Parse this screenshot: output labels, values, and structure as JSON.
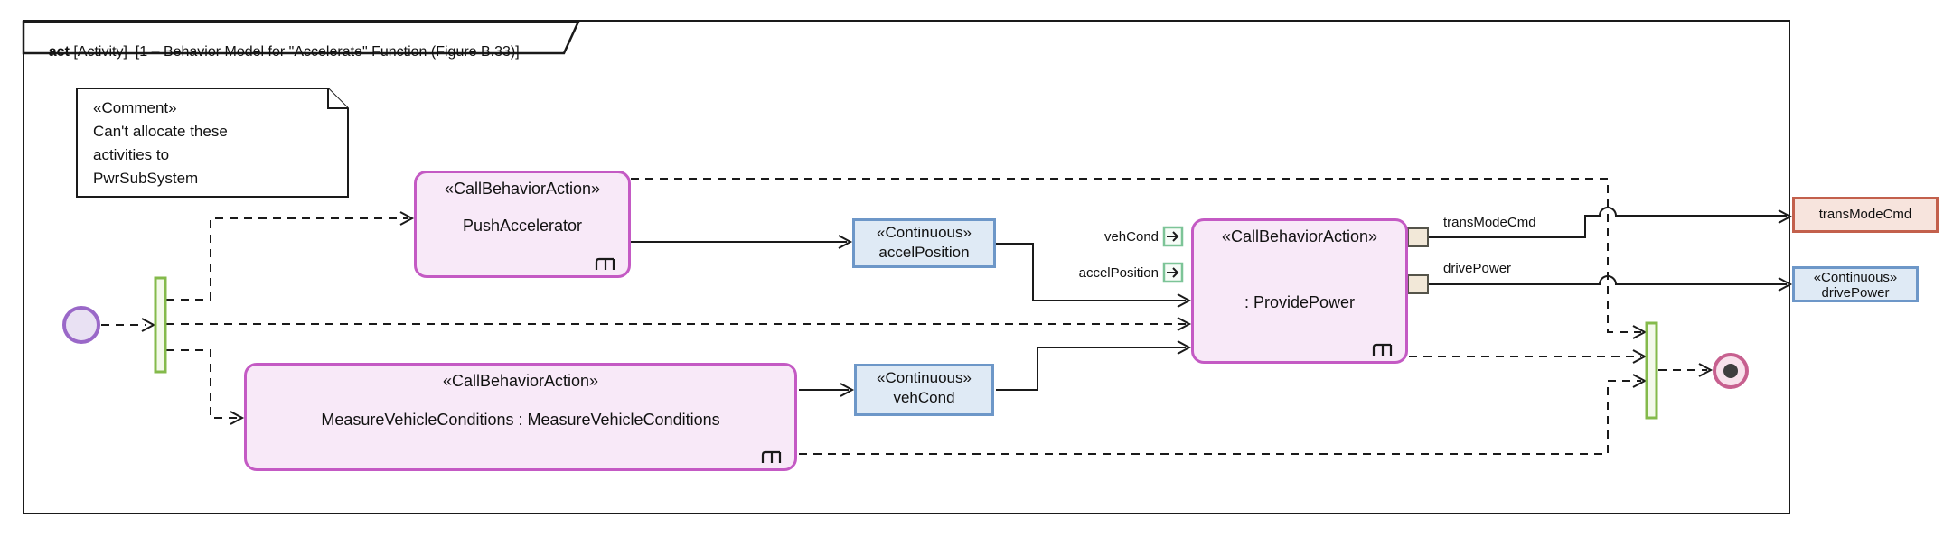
{
  "diagram": {
    "frame": {
      "keyword": "act",
      "title": " [Activity]  [1 – Behavior Model for \"Accelerate\" Function (Figure B.33)]"
    },
    "comment": {
      "stereotype": "«Comment»",
      "line1": "Can't allocate these",
      "line2": "activities to",
      "line3": "PwrSubSystem"
    },
    "actions": {
      "push_accelerator": {
        "stereotype": "«CallBehaviorAction»",
        "name": "PushAccelerator"
      },
      "provide_power": {
        "stereotype": "«CallBehaviorAction»",
        "name": ": ProvidePower"
      },
      "measure_vehicle_conditions": {
        "stereotype": "«CallBehaviorAction»",
        "name": "MeasureVehicleConditions : MeasureVehicleConditions"
      }
    },
    "object_nodes": {
      "accel_position": {
        "stereotype": "«Continuous»",
        "name": "accelPosition"
      },
      "veh_cond": {
        "stereotype": "«Continuous»",
        "name": "vehCond"
      }
    },
    "out_params": {
      "trans_mode_cmd": {
        "name": "transModeCmd"
      },
      "drive_power": {
        "stereotype": "«Continuous»",
        "name": "drivePower"
      }
    },
    "pin_labels": {
      "veh_cond": "vehCond",
      "accel_position": "accelPosition",
      "trans_mode_cmd": "transModeCmd",
      "drive_power": "drivePower"
    },
    "colors": {
      "action_border": "#c45ac4",
      "action_fill": "#f8e9f8",
      "object_border": "#6d97c8",
      "object_fill": "#dfeaf5",
      "out_param_border": "#c3604c",
      "out_param_fill": "#f7e4dd",
      "fork_join_border": "#84ba4b",
      "fork_join_fill": "#f3f9ea",
      "initial_border": "#9a68c8",
      "initial_fill": "#e9e1f3",
      "final_border": "#c7608f",
      "final_fill": "#f8e2ec",
      "final_dot": "#3f3f3f",
      "input_pin_border": "#7cc497",
      "output_pin_fill": "#f2e8d8",
      "line": "#1a1a1a"
    }
  }
}
